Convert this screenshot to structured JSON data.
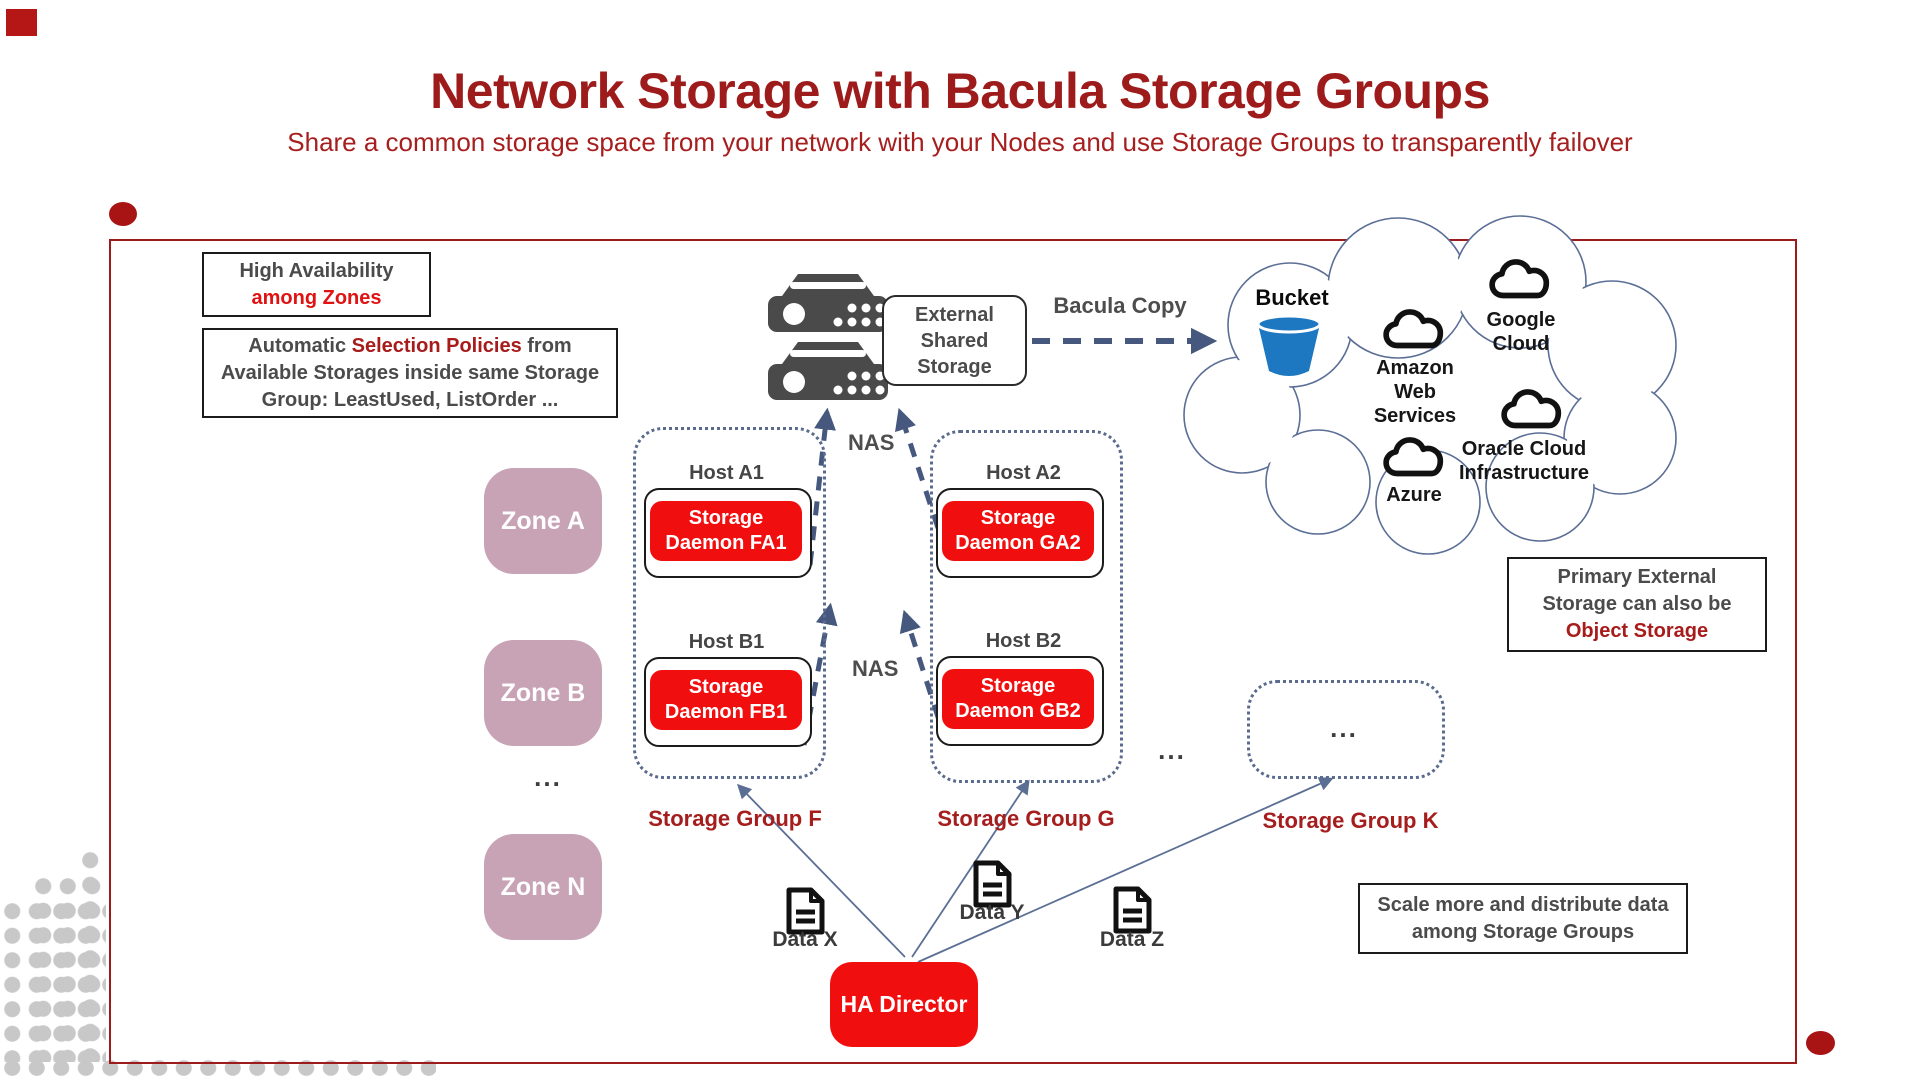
{
  "page": {
    "title": "Network Storage with Bacula Storage Groups",
    "subtitle": "Share a common storage space from your network with your Nodes and use Storage Groups to transparently failover"
  },
  "notes": {
    "availability": {
      "line1": "High Availability",
      "line2": "among Zones"
    },
    "selection": {
      "prefix": "Automatic ",
      "highlight": "Selection Policies",
      "suffix": " from Available Storages inside same Storage Group: LeastUsed, ListOrder ..."
    },
    "primary": {
      "line1": "Primary External",
      "line2": "Storage can also be",
      "line3": "Object Storage"
    },
    "scale": {
      "text": "Scale more and distribute data among Storage Groups"
    }
  },
  "shared_storage": {
    "label": "External Shared Storage",
    "copy_label": "Bacula Copy",
    "nas_labels": [
      "NAS",
      "NAS"
    ]
  },
  "cloud": {
    "bucket": "Bucket",
    "providers": [
      {
        "name": "Amazon Web Services"
      },
      {
        "name": "Google Cloud"
      },
      {
        "name": "Oracle Cloud Infrastructure"
      },
      {
        "name": "Azure"
      }
    ]
  },
  "zones": {
    "items": [
      {
        "label": "Zone A"
      },
      {
        "label": "Zone B"
      },
      {
        "label": "Zone N"
      }
    ],
    "ellipsis": "..."
  },
  "storage_groups": {
    "f": {
      "label": "Storage Group F",
      "hosts": [
        {
          "name": "Host A1",
          "daemon": "Storage Daemon FA1"
        },
        {
          "name": "Host B1",
          "daemon": "Storage Daemon FB1"
        }
      ]
    },
    "g": {
      "label": "Storage Group G",
      "hosts": [
        {
          "name": "Host A2",
          "daemon": "Storage Daemon GA2"
        },
        {
          "name": "Host B2",
          "daemon": "Storage Daemon GB2"
        }
      ]
    },
    "k": {
      "label": "Storage Group K",
      "ellipsis": "..."
    },
    "between_ellipsis": "..."
  },
  "data_flows": {
    "items": [
      {
        "label": "Data X"
      },
      {
        "label": "Data Y"
      },
      {
        "label": "Data Z"
      }
    ]
  },
  "director": {
    "label": "HA Director"
  },
  "colors": {
    "title_red": "#9E1B1B",
    "accent_red": "#A81B1B",
    "bright_red": "#F10E0E",
    "zone_pink": "#C8A2B5",
    "slate_blue": "#46587E",
    "line_blue": "#5B6F94",
    "gray_text": "#4B4B4B",
    "bucket_blue": "#1D78C1",
    "dot_gray": "#C8C8C8"
  }
}
